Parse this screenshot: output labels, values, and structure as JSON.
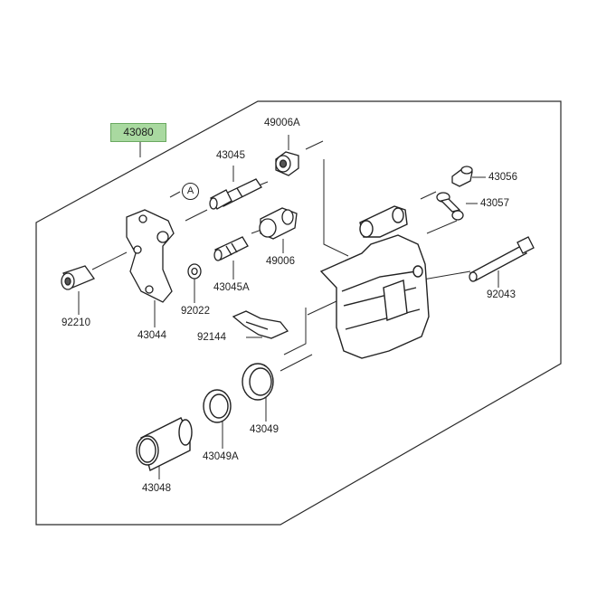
{
  "assembly": {
    "part_number": "43080",
    "badge_color": "#a9d9a0"
  },
  "callout": {
    "marker": "A"
  },
  "parts": [
    {
      "id": "49006A"
    },
    {
      "id": "43045"
    },
    {
      "id": "43056"
    },
    {
      "id": "43057"
    },
    {
      "id": "49006"
    },
    {
      "id": "43045A"
    },
    {
      "id": "92043"
    },
    {
      "id": "92210"
    },
    {
      "id": "43044"
    },
    {
      "id": "92022"
    },
    {
      "id": "92144"
    },
    {
      "id": "43049"
    },
    {
      "id": "43049A"
    },
    {
      "id": "43048"
    }
  ]
}
